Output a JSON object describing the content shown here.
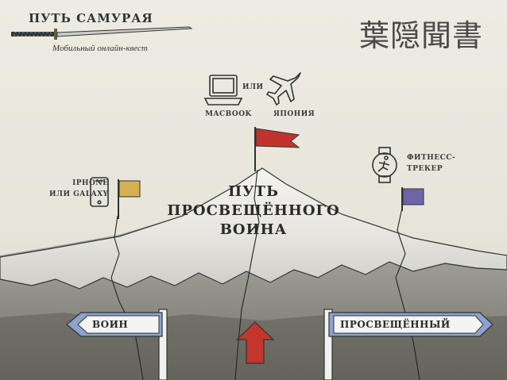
{
  "header": {
    "title": "ПУТЬ САМУРАЯ",
    "subtitle": "Мобильный онлайн-квест",
    "kanji": "葉隠聞書"
  },
  "prizes": {
    "or_label": "или",
    "macbook_label": "MACBOOK",
    "japan_label": "ЯПОНИЯ",
    "iphone_label_line1": "IPHONE",
    "iphone_label_line2": "ИЛИ GALAXY",
    "fitness_label_line1": "ФИТНЕСС-",
    "fitness_label_line2": "ТРЕКЕР"
  },
  "mountain": {
    "peak_line1": "ПУТЬ",
    "peak_line2": "ПРОСВЕЩЁННОГО",
    "peak_line3": "ВОИНА"
  },
  "signs": {
    "warrior": "ВОИН",
    "enlightened": "ПРОСВЕЩЁННЫЙ"
  },
  "colors": {
    "flag_red": "#c2332f",
    "flag_yellow": "#d4b04e",
    "flag_purple": "#6e64a8",
    "arrow_red": "#c4352e",
    "sign_blue": "#8da2cc",
    "ink": "#2d3434"
  }
}
